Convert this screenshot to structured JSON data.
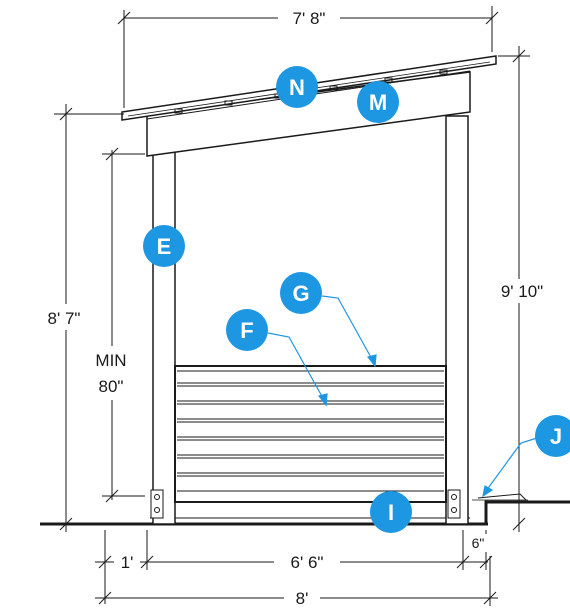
{
  "dimensions": {
    "top_width": "7' 8\"",
    "left_height": "8' 7\"",
    "min_label_line1": "MIN",
    "min_label_line2": "80\"",
    "right_height": "9' 10\"",
    "bottom_left_offset": "1'",
    "bottom_inner_span": "6' 6\"",
    "bottom_right_offset": "6\"",
    "bottom_total": "8'"
  },
  "callouts": [
    {
      "id": "N"
    },
    {
      "id": "M"
    },
    {
      "id": "E"
    },
    {
      "id": "G"
    },
    {
      "id": "F"
    },
    {
      "id": "J"
    },
    {
      "id": "I"
    }
  ],
  "colors": {
    "callout_fill": "#1e97e3",
    "callout_leader": "#1e97e3",
    "ink": "#1a1a1a"
  }
}
